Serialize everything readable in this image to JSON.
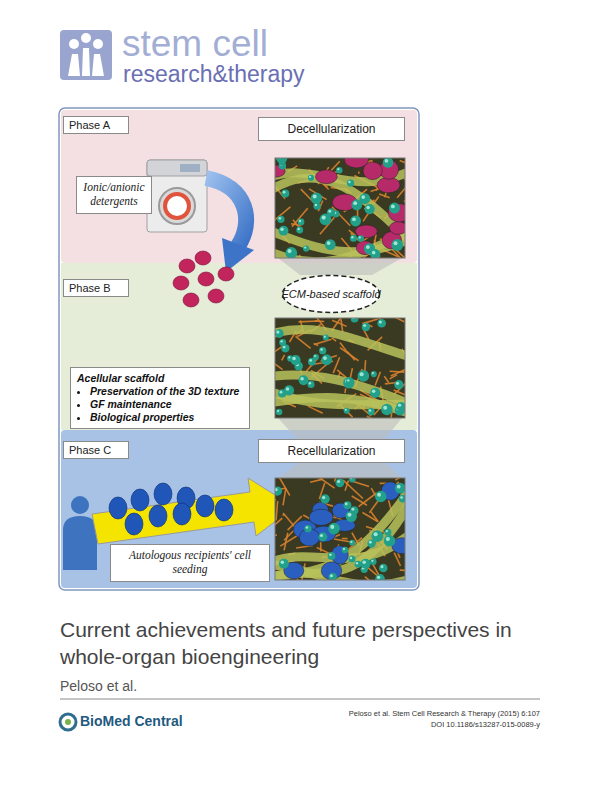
{
  "diagram": {
    "title": "Current achievements and future perspectives in whole-organ bioengineering",
    "nodes": [
      {
        "text": [
          "Phase A"
        ]
      },
      {
        "text": [
          "Decellularization"
        ],
        "in": 0
      },
      {
        "text": [
          "Ionic/anionic detergents"
        ],
        "in": 0
      },
      {
        "text": [
          "Phase B"
        ]
      },
      {
        "text": [
          "ECM-based scaffold"
        ],
        "in": 3
      },
      {
        "text": [
          "Acellular scaffold",
          "Preservation of the 3D texture",
          "GF maintenance",
          "Biological properties"
        ],
        "in": 3
      },
      {
        "text": [
          "Phase C"
        ]
      },
      {
        "text": [
          "Recellularization"
        ],
        "in": 6
      },
      {
        "text": [
          "Autologous recipients' cell seeding"
        ],
        "in": 6
      }
    ],
    "labels": [
      "stem cell",
      "research&therapy",
      "Peloso et al.",
      "BioMed Central",
      "Peloso et al. Stem Cell Research & Therapy (2015) 6:107",
      "DOI 10.1186/s13287-015-0089-y"
    ]
  }
}
